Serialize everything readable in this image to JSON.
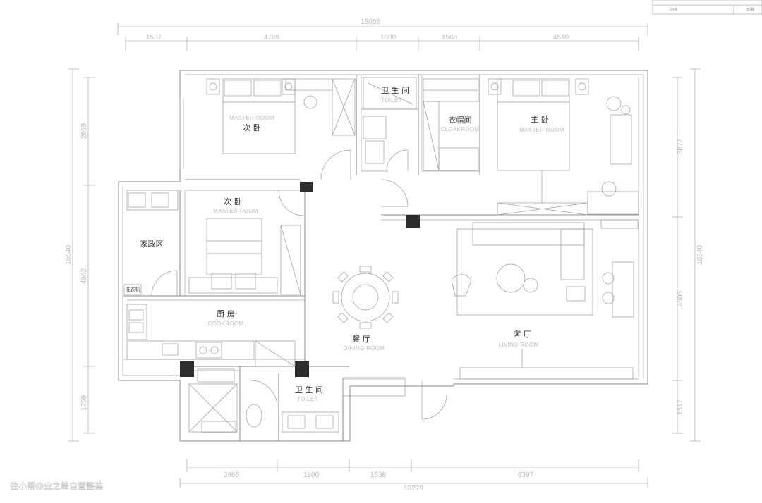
{
  "plan": {
    "dims_top": {
      "total": "15056",
      "seg1": "1537",
      "seg2": "4769",
      "seg3": "1600",
      "seg4": "1568",
      "seg5": "4510"
    },
    "dims_bottom": {
      "total": "13279",
      "seg1": "2465",
      "seg2": "1800",
      "seg3": "1538",
      "seg4": "6397"
    },
    "dims_left": {
      "total": "10540",
      "seg1": "2959",
      "seg2": "4962",
      "seg3": "1759"
    },
    "dims_right": {
      "total": "10540",
      "seg1": "3877",
      "seg2": "4506",
      "seg3": "1317"
    },
    "rooms": {
      "bath_top": {
        "cn": "卫 生 间",
        "en": "TOILET"
      },
      "closet": {
        "cn": "衣帽间",
        "en": "CLOAKROOM"
      },
      "master": {
        "cn": "主 卧",
        "en": "MASTER ROOM"
      },
      "second_top": {
        "cn": "次 卧",
        "en": "MASTER ROOM"
      },
      "second_mid": {
        "cn": "次 卧",
        "en": "MASTER ROOM"
      },
      "housework": {
        "cn": "家政区"
      },
      "laundry": {
        "cn": "洗衣机"
      },
      "kitchen": {
        "cn": "厨 房",
        "en": "COOKROOM"
      },
      "dining": {
        "cn": "餐 厅",
        "en": "DINING ROOM"
      },
      "living": {
        "cn": "客 厅",
        "en": "LIVING ROOM"
      },
      "bath_bottom": {
        "cn": "卫 生 间",
        "en": "TOILET"
      }
    },
    "title_block": {
      "left": "内容",
      "right": "日期"
    },
    "watermark": "住小帮@业之峰自营整装"
  }
}
